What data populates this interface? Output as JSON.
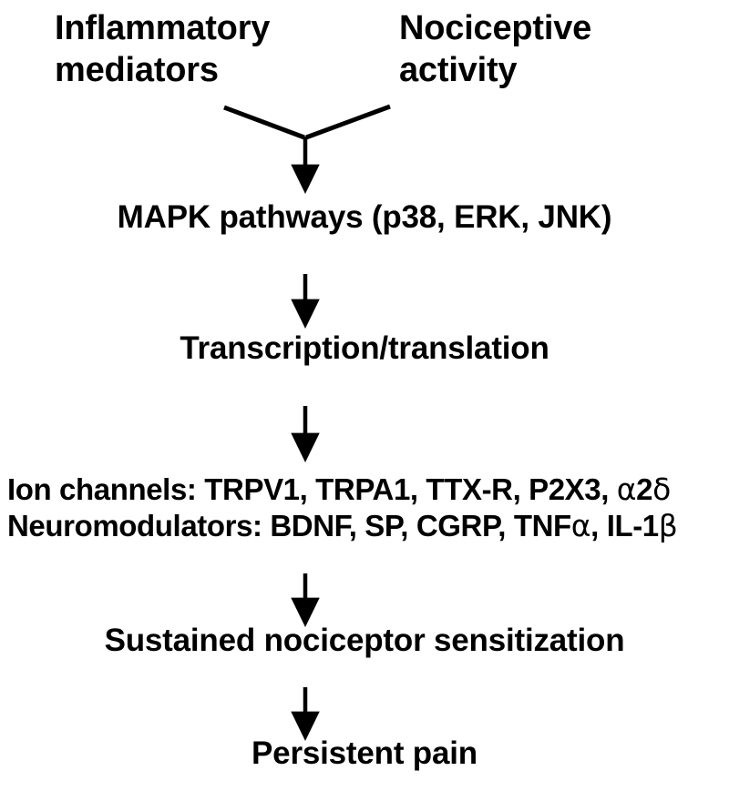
{
  "figure": {
    "type": "flow-diagram",
    "orientation": "top-to-bottom",
    "background_color": "#ffffff",
    "ink_color": "#000000"
  },
  "sources": {
    "inflammatory": "Inflammatory\nmediators",
    "nociceptive": "Nociceptive\nactivity"
  },
  "stages": {
    "mapk": "MAPK pathways (p38, ERK, JNK)",
    "transcription": "Transcription/translation",
    "sustained": "Sustained nociceptor sensitization",
    "persistent": "Persistent pain"
  },
  "effectors": {
    "ion_channels": {
      "prefix": "Ion channels: TRPV1, TRPA1, TTX-R, P2X3, ",
      "greek_alpha": "α",
      "middle": "2",
      "greek_delta": "δ",
      "full_text": "Ion channels: TRPV1, TRPA1, TTX-R, P2X3, α2δ",
      "items": [
        "TRPV1",
        "TRPA1",
        "TTX-R",
        "P2X3",
        "α2δ"
      ]
    },
    "neuromodulators": {
      "prefix": "Neuromodulators: BDNF, SP, CGRP, TNF",
      "greek_alpha": "α",
      "middle": ", IL-1",
      "greek_beta": "β",
      "full_text": "Neuromodulators: BDNF, SP, CGRP, TNFα, IL-1β",
      "items": [
        "BDNF",
        "SP",
        "CGRP",
        "TNFα",
        "IL-1β"
      ]
    }
  },
  "connectors": [
    {
      "name": "inflammatory-to-junction",
      "kind": "line"
    },
    {
      "name": "nociceptive-to-junction",
      "kind": "line"
    },
    {
      "name": "junction-to-mapk",
      "kind": "arrow"
    },
    {
      "name": "mapk-to-transcription",
      "kind": "arrow"
    },
    {
      "name": "transcription-to-effectors",
      "kind": "arrow"
    },
    {
      "name": "effectors-to-sustained",
      "kind": "arrow"
    },
    {
      "name": "sustained-to-persistent",
      "kind": "arrow"
    }
  ]
}
